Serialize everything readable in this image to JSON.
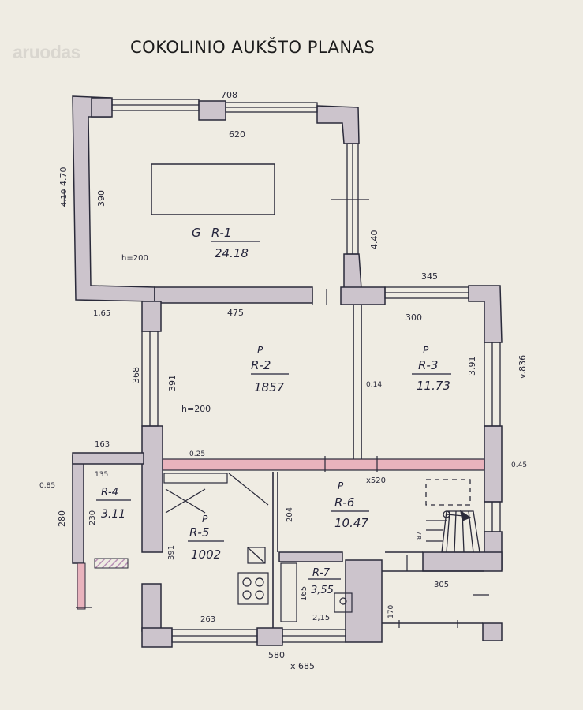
{
  "header": {
    "title": "COKOLINIO AUKŠTO PLANAS",
    "watermark": "aruodas"
  },
  "rooms": {
    "r1": {
      "code": "R-1",
      "prefix": "G",
      "area": "24.18",
      "height": "h=200"
    },
    "r2": {
      "code": "R-2",
      "prefix": "P",
      "area": "1857",
      "height": "h=200"
    },
    "r3": {
      "code": "R-3",
      "prefix": "P",
      "area": "11.73"
    },
    "r4": {
      "code": "R-4",
      "area": "3.11"
    },
    "r5": {
      "code": "R-5",
      "prefix": "P",
      "area": "1002"
    },
    "r6": {
      "code": "R-6",
      "prefix": "P",
      "area": "10.47"
    },
    "r7": {
      "code": "R-7",
      "area": "3,55"
    }
  },
  "dimensions": {
    "top_total": "708",
    "r1_inner_width": "620",
    "left_height": "4.70",
    "left_height_struck": "4.10",
    "r1_depth": "390",
    "r1_right": "4.40",
    "left_step": "1,65",
    "r2_width": "475",
    "r3_outer": "345",
    "r3_width": "300",
    "r3_height": "3.91",
    "right_total": "v.836",
    "r2_left": "368",
    "r2_inner": "391",
    "partition": "0.14",
    "partition_small": "0.25",
    "r4_top": "163",
    "r4_width": "135",
    "r4_left_margin": "0.85",
    "r4_height": "230",
    "r4_outer_height": "280",
    "r6_width": "x520",
    "right_small": "0.45",
    "r6_depth": "204",
    "stair": "87",
    "r5_depth": "391",
    "r7_depth": "165",
    "r7_width": "2,15",
    "bottom_right": "305",
    "bottom_right_depth": "170",
    "r5_width": "263",
    "bottom_total": "580",
    "bottom_outer": "x 685"
  }
}
